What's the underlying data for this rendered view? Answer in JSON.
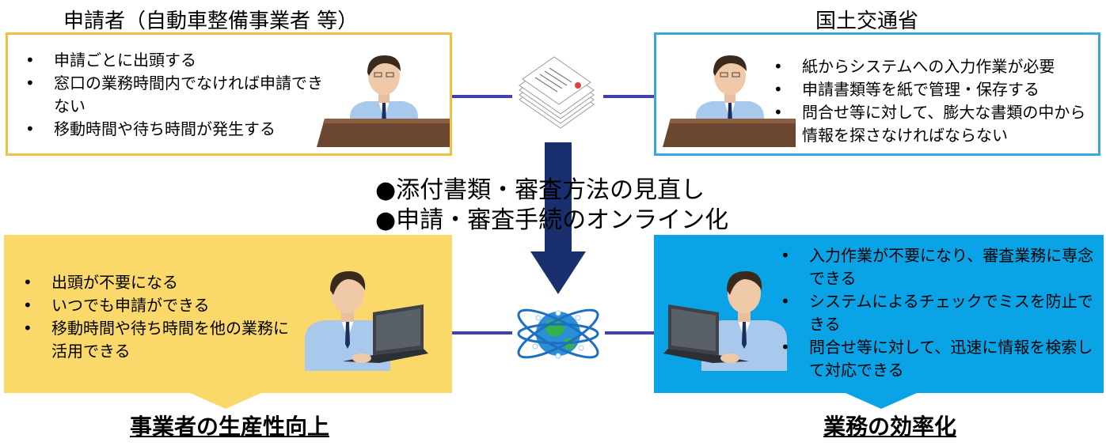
{
  "before": {
    "left": {
      "heading": "申請者（自動車整備事業者 等）",
      "bullets": [
        "申請ごとに出頭する",
        "窓口の業務時間内でなければ申請できない",
        "移動時間や待ち時間が発生する"
      ]
    },
    "right": {
      "heading": "国土交通省",
      "bullets": [
        "紙からシステムへの入力作業が必要",
        "申請書類等を紙で管理・保存する",
        "問合せ等に対して、膨大な書類の中から情報を探さなければならない"
      ]
    }
  },
  "center": {
    "line1": "●添付書類・審査方法の見直し",
    "line2": "●申請・審査手続のオンライン化"
  },
  "after": {
    "left": {
      "bullets": [
        "出頭が不要になる",
        "いつでも申請ができる",
        "移動時間や待ち時間を他の業務に活用できる"
      ],
      "result": "事業者の生産性向上"
    },
    "right": {
      "bullets": [
        "入力作業が不要になり、審査業務に専念できる",
        "システムによるチェックでミスを防止できる",
        "問合せ等に対して、迅速に情報を検索して対応できる"
      ],
      "result": "業務の効率化"
    }
  },
  "colors": {
    "before_left_border": "#f0c040",
    "before_right_border": "#3aa8e0",
    "after_left_fill": "#fbd86a",
    "after_right_fill": "#0aa4e6",
    "arrow": "#1a2f6e",
    "connector": "#4040b0"
  },
  "icons": [
    "clerk-at-desk-icon",
    "paper-documents-icon",
    "office-worker-laptop-icon",
    "globe-network-icon"
  ]
}
